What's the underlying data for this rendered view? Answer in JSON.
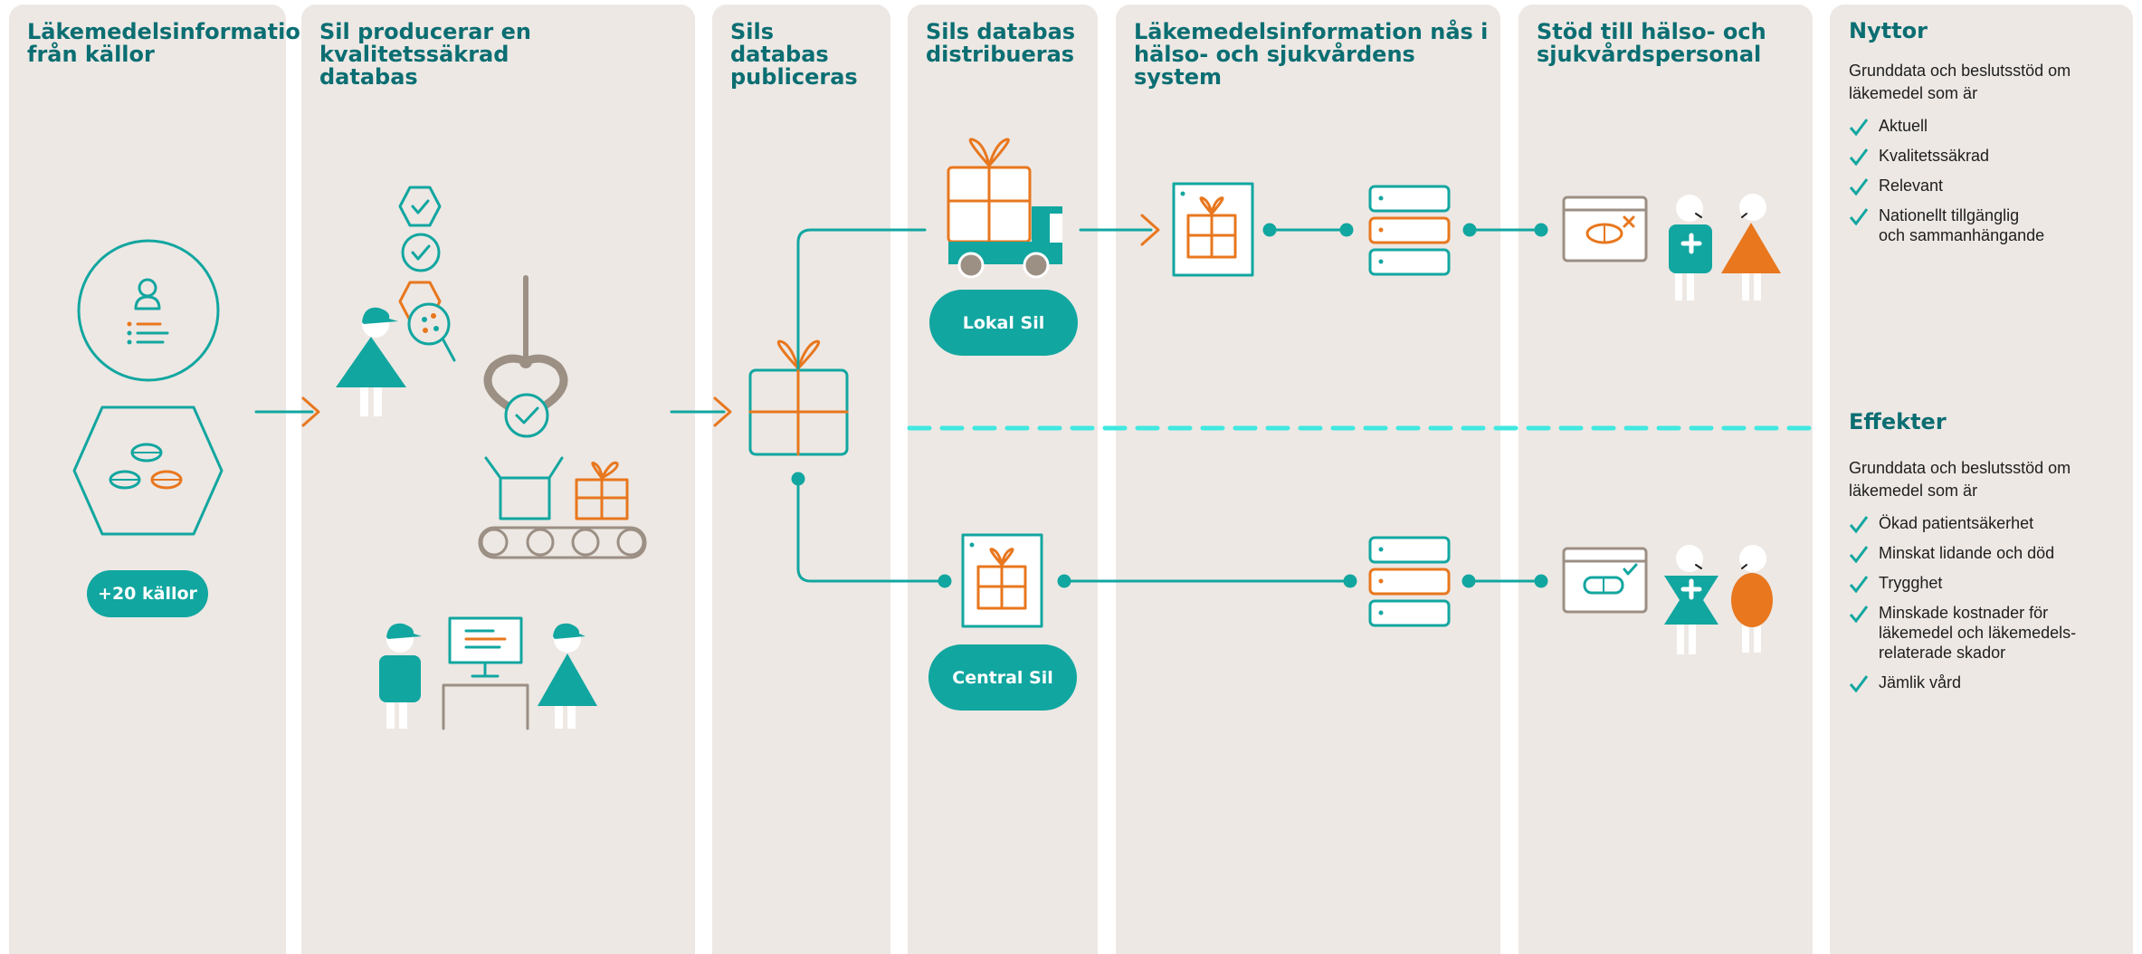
{
  "columns": [
    {
      "id": "kallor",
      "title": "Läkemedelsinformation\nfrån källor"
    },
    {
      "id": "producerar",
      "title": "Sil producerar en kvalitetssäkrad\ndatabas"
    },
    {
      "id": "publiceras",
      "title": "Sils databas\npubliceras"
    },
    {
      "id": "distribueras",
      "title": "Sils databas\ndistribueras"
    },
    {
      "id": "system",
      "title": "Läkemedelsinformation nås i\nhälso- och sjukvårdens system"
    },
    {
      "id": "stod",
      "title": "Stöd till hälso- och\nsjukvårdspersonal"
    }
  ],
  "sources_badge": "+20 källor",
  "lokal_label": "Lokal Sil",
  "central_label": "Central Sil",
  "nyttor": {
    "title": "Nyttor",
    "intro": "Grunddata och beslutsstöd om läkemedel som är",
    "items": [
      "Aktuell",
      "Kvalitetssäkrad",
      "Relevant",
      "Nationellt tillgänglig\noch sammanhängande"
    ]
  },
  "effekter": {
    "title": "Effekter",
    "intro": "Grunddata och beslutsstöd om läkemedel som är",
    "items": [
      "Ökad patientsäkerhet",
      "Minskat lidande och död",
      "Trygghet",
      "Minskade kostnader för\nläkemedel och läkemedels-\nrelaterade skador",
      "Jämlik vård"
    ]
  },
  "colors": {
    "teal": "#12a6a0",
    "dark_teal": "#0b6e72",
    "orange": "#e8771e",
    "grey": "#9c8f84",
    "panel": "#ede8e4",
    "dash": "#3fe8e0"
  }
}
